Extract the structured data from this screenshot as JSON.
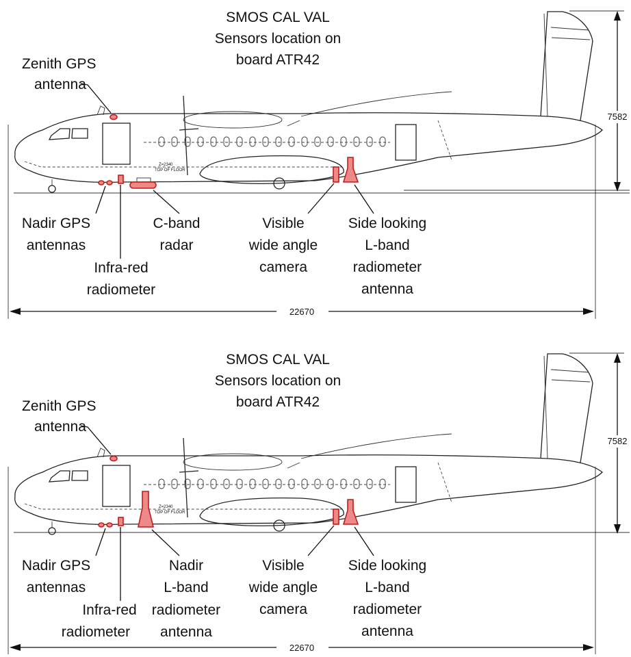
{
  "panels": [
    {
      "title": [
        "SMOS CAL VAL",
        "Sensors location on",
        "board ATR42"
      ],
      "labels": {
        "zenith_gps": [
          "Zenith GPS",
          "antenna"
        ],
        "nadir_gps": [
          "Nadir GPS",
          "antennas"
        ],
        "infra_red": [
          "Infra-red",
          "radiometer"
        ],
        "middle_sensor": [
          "C-band",
          "radar"
        ],
        "visible_camera": [
          "Visible",
          "wide angle",
          "camera"
        ],
        "side_looking": [
          "Side looking",
          "L-band",
          "radiometer",
          "antenna"
        ]
      },
      "dimensions": {
        "height": "7582",
        "length": "22670"
      },
      "floor_text": [
        "Z=2340",
        "TOP OF FLOOR"
      ]
    },
    {
      "title": [
        "SMOS CAL VAL",
        "Sensors location on",
        "board ATR42"
      ],
      "labels": {
        "zenith_gps": [
          "Zenith GPS",
          "antenna"
        ],
        "nadir_gps": [
          "Nadir GPS",
          "antennas"
        ],
        "infra_red": [
          "Infra-red",
          "radiometer"
        ],
        "middle_sensor": [
          "Nadir",
          "L-band",
          "radiometer",
          "antenna"
        ],
        "visible_camera": [
          "Visible",
          "wide angle",
          "camera"
        ],
        "side_looking": [
          "Side looking",
          "L-band",
          "radiometer",
          "antenna"
        ]
      },
      "dimensions": {
        "height": "7582",
        "length": "22670"
      },
      "floor_text": [
        "Z=2340",
        "TOP OF FLOOR"
      ]
    }
  ],
  "colors": {
    "sensor_fill": "#ec8a8a",
    "sensor_stroke": "#c21b1b",
    "line": "#222222"
  }
}
